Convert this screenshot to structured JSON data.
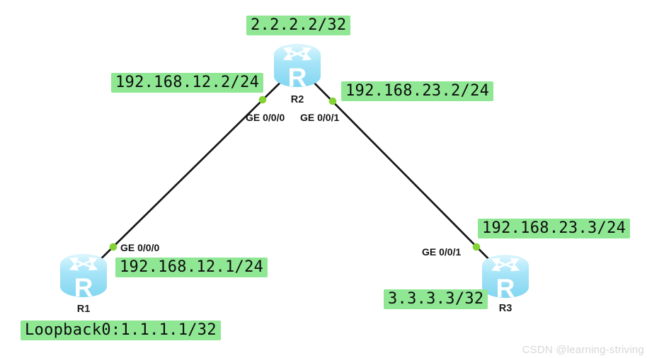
{
  "canvas": {
    "background": "#ffffff"
  },
  "watermark": "CSDN @learning-striving",
  "router_icon_letter": "R",
  "colors": {
    "annotation_bg": "#8fe794",
    "annotation_text": "#0d0d0d",
    "link": "#161616",
    "port_up_dot": "#82d334",
    "router_body": "#9fe0f7",
    "router_top": "#cdf0fb",
    "watermark_text": "#d7d7d7"
  },
  "routers": [
    {
      "name": "R1"
    },
    {
      "name": "R2"
    },
    {
      "name": "R3"
    }
  ],
  "links": [
    {
      "from": "R1",
      "to": "R2"
    },
    {
      "from": "R2",
      "to": "R3"
    }
  ],
  "interface_labels": [
    {
      "text": "GE 0/0/0",
      "router": "R2"
    },
    {
      "text": "GE 0/0/1",
      "router": "R2"
    },
    {
      "text": "GE 0/0/0",
      "router": "R1"
    },
    {
      "text": "GE 0/0/1",
      "router": "R3"
    }
  ],
  "ip_labels": [
    {
      "text": "2.2.2.2/32"
    },
    {
      "text": "192.168.12.2/24"
    },
    {
      "text": "192.168.23.2/24"
    },
    {
      "text": "192.168.12.1/24"
    },
    {
      "text": "Loopback0:1.1.1.1/32"
    },
    {
      "text": "192.168.23.3/24"
    },
    {
      "text": "3.3.3.3/32"
    }
  ]
}
